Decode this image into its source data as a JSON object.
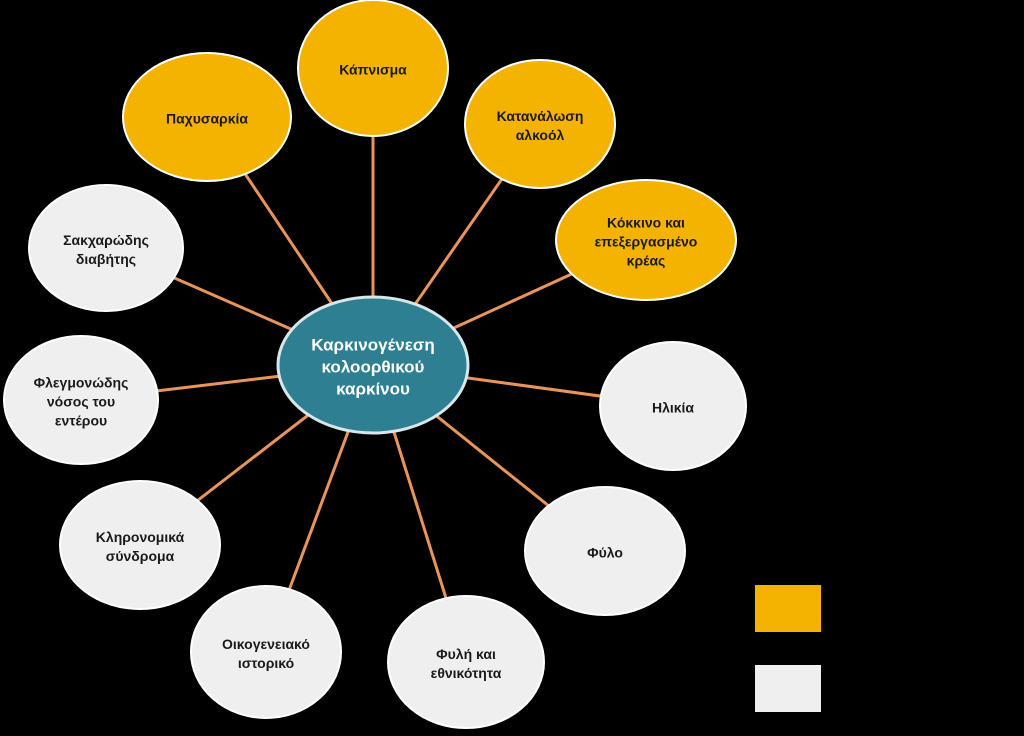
{
  "colors": {
    "background": "#000000",
    "connector": "#e9955a",
    "modifiable": "#f5b301",
    "non_modifiable": "#efefef",
    "center_fill": "#2f7f93",
    "center_stroke": "#d8e6ea",
    "node_stroke": "#ffffff"
  },
  "center": {
    "label_lines": [
      "Καρκινογένεση",
      "κολοορθικού",
      "καρκίνου"
    ]
  },
  "nodes": [
    {
      "id": "kapnisma",
      "group": "modifiable",
      "label_lines": [
        "Κάπνισμα"
      ]
    },
    {
      "id": "alkool",
      "group": "modifiable",
      "label_lines": [
        "Κατανάλωση",
        "αλκοόλ"
      ]
    },
    {
      "id": "kreas",
      "group": "modifiable",
      "label_lines": [
        "Κόκκινο και",
        "επεξεργασμένο",
        "κρέας"
      ]
    },
    {
      "id": "ilikia",
      "group": "non_modifiable",
      "label_lines": [
        "Ηλικία"
      ]
    },
    {
      "id": "fylo",
      "group": "non_modifiable",
      "label_lines": [
        "Φύλο"
      ]
    },
    {
      "id": "fyli",
      "group": "non_modifiable",
      "label_lines": [
        "Φυλή και",
        "εθνικότητα"
      ]
    },
    {
      "id": "istoriko",
      "group": "non_modifiable",
      "label_lines": [
        "Οικογενειακό",
        "ιστορικό"
      ]
    },
    {
      "id": "syndroma",
      "group": "non_modifiable",
      "label_lines": [
        "Κληρονομικά",
        "σύνδρομα"
      ]
    },
    {
      "id": "flegmonodis",
      "group": "non_modifiable",
      "label_lines": [
        "Φλεγμονώδης",
        "νόσος του",
        "εντέρου"
      ]
    },
    {
      "id": "diavitis",
      "group": "non_modifiable",
      "label_lines": [
        "Σακχαρώδης",
        "διαβήτης"
      ]
    },
    {
      "id": "paxysarkia",
      "group": "modifiable",
      "label_lines": [
        "Παχυσαρκία"
      ]
    }
  ],
  "legend": [
    {
      "group": "modifiable"
    },
    {
      "group": "non_modifiable"
    }
  ]
}
